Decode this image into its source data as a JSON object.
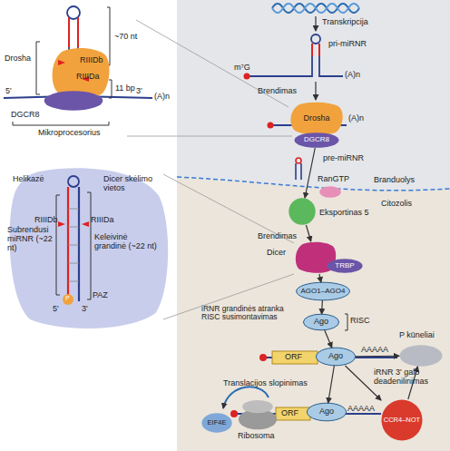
{
  "diagram": {
    "nodes": [
      {
        "text": [
          "Drosha"
        ]
      },
      {
        "text": [
          "DGCR8"
        ]
      },
      {
        "text": [
          "Helikazė",
          "Dicer skėlimo vietos",
          "Subrendusi miRNR (~22 nt)",
          "Keleivinė grandinė (~22 nt)",
          "PAZ"
        ]
      },
      {
        "text": [
          "Drosha"
        ]
      },
      {
        "text": [
          "DGCR8"
        ]
      },
      {
        "text": [
          "RanGTP"
        ]
      },
      {
        "text": [
          "Eksportinas 5"
        ]
      },
      {
        "text": [
          "Dicer"
        ]
      },
      {
        "text": [
          "TRBP"
        ]
      },
      {
        "text": [
          "AGO1–AGO4"
        ]
      },
      {
        "text": [
          "Ago",
          "RISC"
        ]
      },
      {
        "text": [
          "Ago"
        ]
      },
      {
        "text": [
          "P kūneliai"
        ]
      },
      {
        "text": [
          "Ago"
        ]
      },
      {
        "text": [
          "EIF4E"
        ]
      },
      {
        "text": [
          "Ribosoma"
        ]
      },
      {
        "text": [
          "CCR4–NOT"
        ]
      }
    ],
    "edges": [
      {
        "from": 4,
        "to": 6,
        "arrow": "to",
        "label": "pre-miRNR"
      },
      {
        "from": 6,
        "to": 7,
        "arrow": "to",
        "label": "Brendimas"
      },
      {
        "from": 7,
        "to": 9,
        "arrow": "to"
      },
      {
        "from": 9,
        "to": 10,
        "arrow": "to"
      },
      {
        "from": 10,
        "to": 11,
        "arrow": "to"
      },
      {
        "from": 11,
        "to": 13,
        "arrow": "to",
        "label": "Translacijos slopinimas"
      },
      {
        "from": 11,
        "to": 16,
        "arrow": "to",
        "label": "iRNR 3' galo deadenilinimas"
      },
      {
        "from": 11,
        "to": 12,
        "arrow": "to"
      },
      {
        "from": 16,
        "to": 12,
        "arrow": "to"
      }
    ],
    "labels": [
      "~70 nt",
      "RIIIDb",
      "RIIIDa",
      "11 bp",
      "5'",
      "3'",
      "(A)n",
      "Mikroprocesorius",
      "RIIIDb",
      "RIIIDa",
      "P",
      "5'",
      "3'",
      "Transkripcija",
      "pri-miRNR",
      "m⁷G",
      "(A)n",
      "Brendimas",
      "(A)n",
      "Branduolys",
      "Citozolis",
      "iRNR grandinės atranka RISC susimontavimas",
      "ORF",
      "AAAAA",
      "ORF",
      "AAAAA"
    ]
  }
}
